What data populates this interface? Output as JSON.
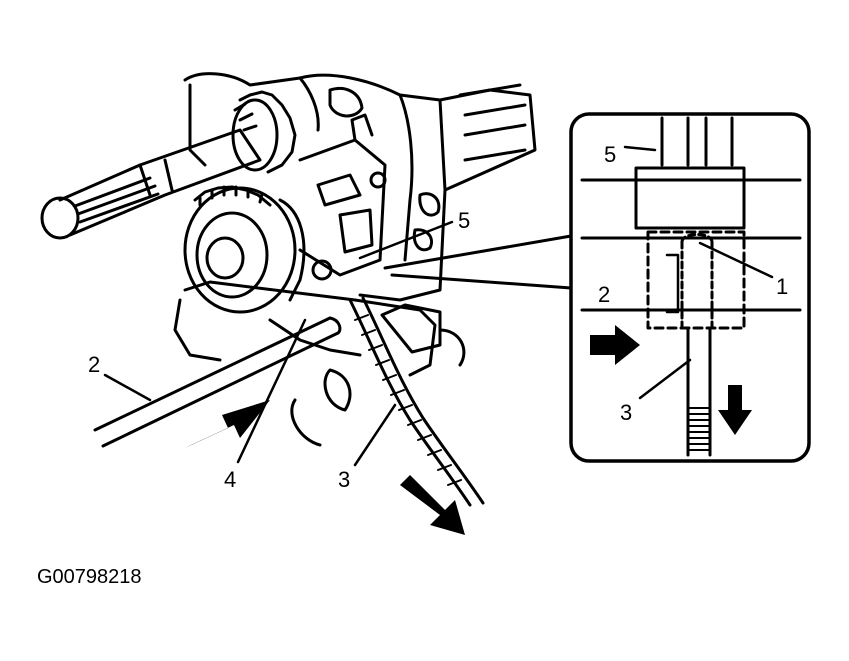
{
  "figure_id": "G00798218",
  "callouts": {
    "main": [
      "2",
      "3",
      "4",
      "5"
    ],
    "inset": [
      "5",
      "1",
      "2",
      "3"
    ]
  }
}
